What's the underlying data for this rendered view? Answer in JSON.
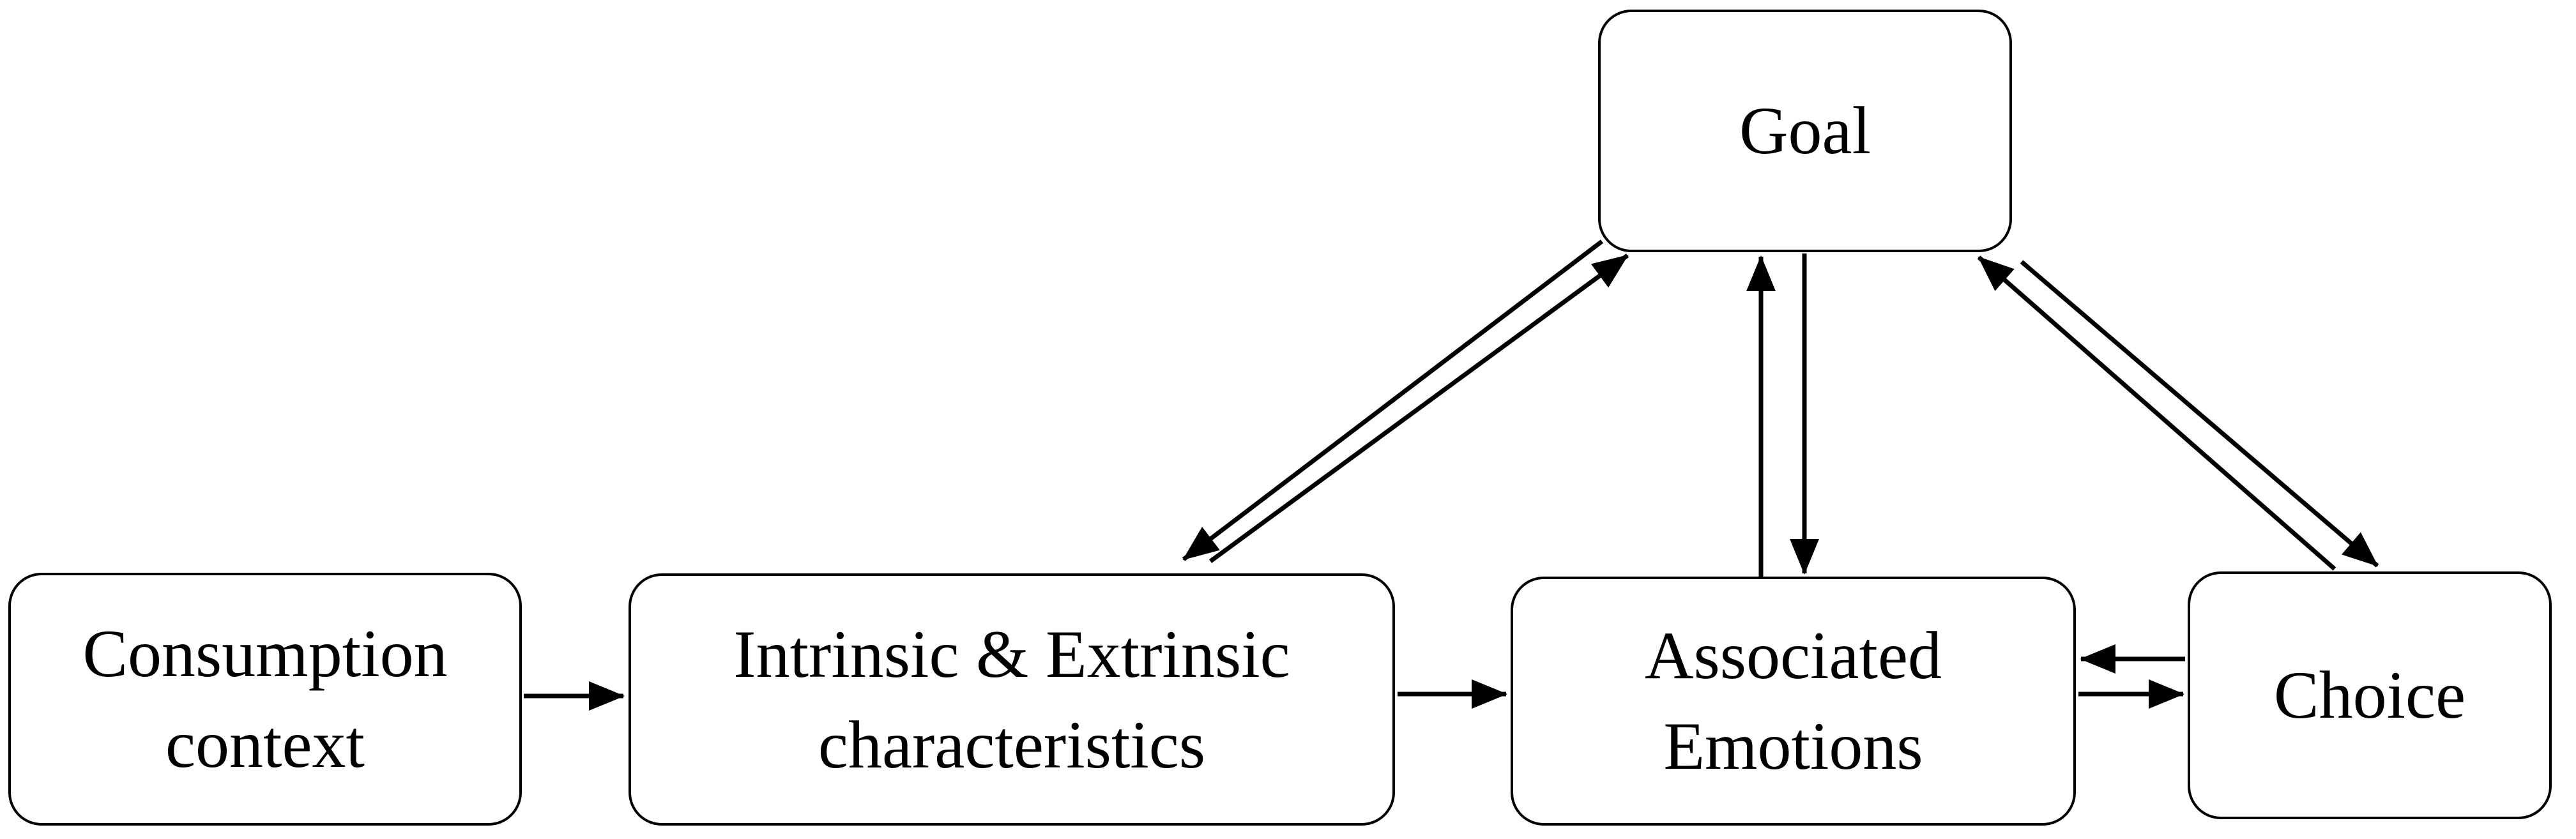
{
  "diagram": {
    "type": "flowchart",
    "background_color": "#ffffff",
    "stroke_color": "#000000",
    "node_fill_color": "#ffffff",
    "nodes": [
      {
        "id": "consumption",
        "label": "Consumption\ncontext"
      },
      {
        "id": "intrinsic",
        "label": "Intrinsic & Extrinsic\ncharacteristics"
      },
      {
        "id": "associated",
        "label": "Associated\nEmotions"
      },
      {
        "id": "choice",
        "label": "Choice"
      },
      {
        "id": "goal",
        "label": "Goal"
      }
    ],
    "edges": [
      {
        "from": "consumption",
        "to": "intrinsic",
        "style": "single-arrow"
      },
      {
        "from": "intrinsic",
        "to": "associated",
        "style": "single-arrow"
      },
      {
        "from": "choice",
        "to": "associated",
        "style": "single-arrow"
      },
      {
        "from": "associated",
        "to": "choice",
        "style": "single-arrow"
      },
      {
        "from": "goal",
        "to": "intrinsic",
        "style": "single-arrow"
      },
      {
        "from": "intrinsic",
        "to": "goal",
        "style": "single-arrow"
      },
      {
        "from": "associated",
        "to": "goal",
        "style": "single-arrow"
      },
      {
        "from": "goal",
        "to": "associated",
        "style": "single-arrow"
      },
      {
        "from": "choice",
        "to": "goal",
        "style": "single-arrow"
      },
      {
        "from": "goal",
        "to": "choice",
        "style": "single-arrow"
      }
    ]
  }
}
